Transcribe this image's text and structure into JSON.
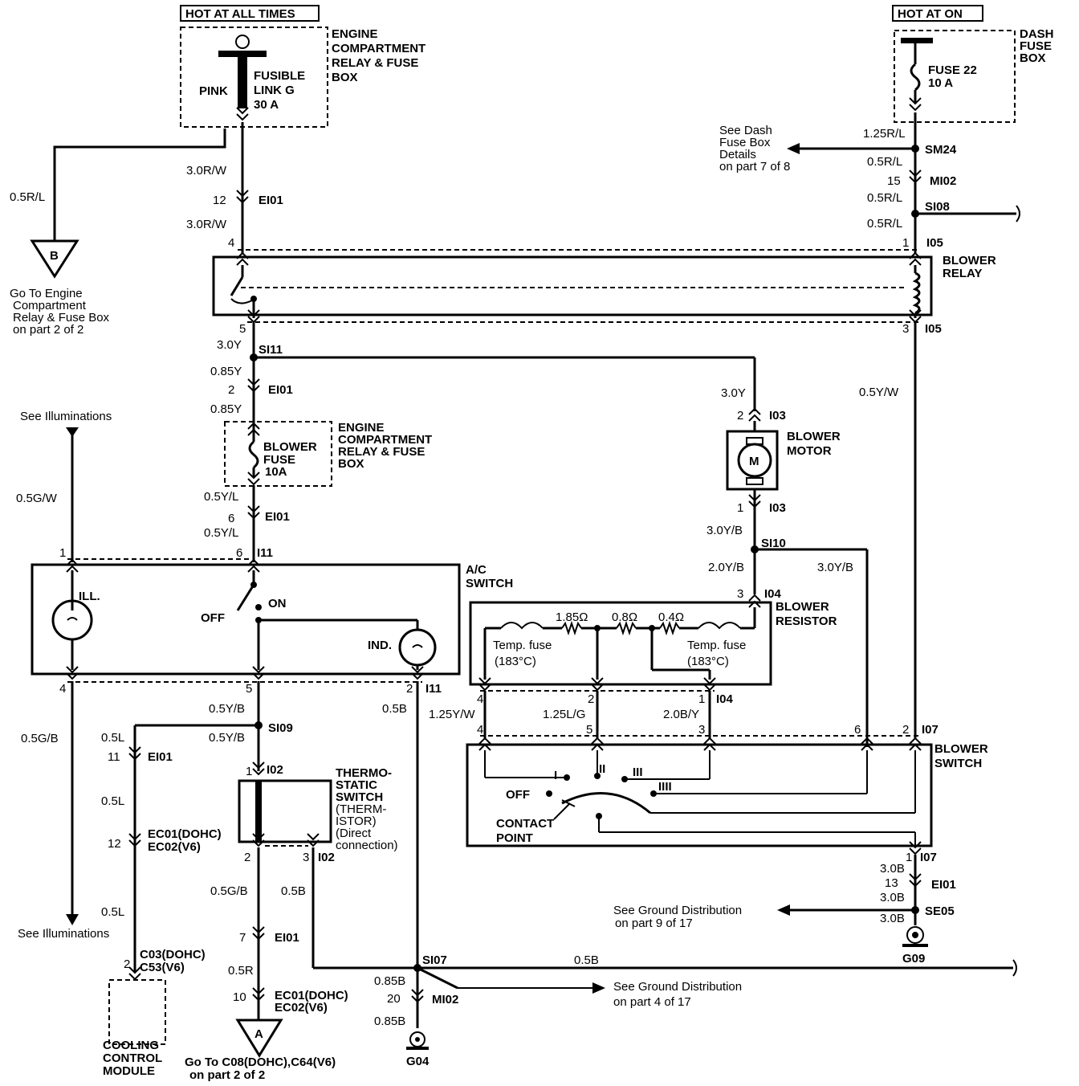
{
  "top_labels": {
    "hot_all_times": "HOT AT ALL TIMES",
    "hot_at_on": "HOT AT ON"
  },
  "eng_box": {
    "l1": "ENGINE",
    "l2": "COMPARTMENT",
    "l3": "RELAY & FUSE",
    "l4": "BOX"
  },
  "fusible": {
    "color": "PINK",
    "l1": "FUSIBLE",
    "l2": "LINK G",
    "l3": "30 A"
  },
  "dash_box": {
    "l1": "DASH",
    "l2": "FUSE",
    "l3": "BOX"
  },
  "fuse22": {
    "l1": "FUSE 22",
    "l2": "10 A"
  },
  "see_dash": {
    "l1": "See Dash",
    "l2": "Fuse Box",
    "l3": "Details",
    "l4": "on part 7 of 8"
  },
  "wires": {
    "w_3rw_a": "3.0R/W",
    "w_3rw_b": "3.0R/W",
    "w_05rl_left": "0.5R/L",
    "w_125rl": "1.25R/L",
    "w_05rl_a": "0.5R/L",
    "w_05rl_b": "0.5R/L",
    "w_05rl_c": "0.5R/L",
    "w_30y": "3.0Y",
    "w_085y_a": "0.85Y",
    "w_085y_b": "0.85Y",
    "w_30y_motor": "3.0Y",
    "w_05yl_a": "0.5Y/L",
    "w_05yl_b": "0.5Y/L",
    "w_05yw": "0.5Y/W",
    "w_05gw": "0.5G/W",
    "w_30yb_a": "3.0Y/B",
    "w_20yb": "2.0Y/B",
    "w_30yb_b": "3.0Y/B",
    "w_05yb_a": "0.5Y/B",
    "w_05yb_b": "0.5Y/B",
    "w_05b_ind": "0.5B",
    "w_05gb": "0.5G/B",
    "w_05l_a": "0.5L",
    "w_05l_b": "0.5L",
    "w_05l_c": "0.5L",
    "w_125yw": "1.25Y/W",
    "w_125lg": "1.25L/G",
    "w_20by": "2.0B/Y",
    "w_05gb2": "0.5G/B",
    "w_05b_th": "0.5B",
    "w_05r": "0.5R",
    "w_05b_long": "0.5B",
    "w_085b_a": "0.85B",
    "w_085b_b": "0.85B",
    "w_30b_a": "3.0B",
    "w_30b_b": "3.0B",
    "w_30b_c": "3.0B"
  },
  "connectors": {
    "ei01": "EI01",
    "sm24": "SM24",
    "mi02": "MI02",
    "si08": "SI08",
    "i05": "I05",
    "si11": "SI11",
    "i03": "I03",
    "si10": "SI10",
    "i04": "I04",
    "i11": "I11",
    "si09": "SI09",
    "i02": "I02",
    "i07": "I07",
    "se05": "SE05",
    "si07": "SI07",
    "ec01": "EC01(DOHC)",
    "ec02": "EC02(V6)",
    "c03": "C03(DOHC)",
    "c53": "C53(V6)",
    "g04": "G04",
    "g09": "G09"
  },
  "pins": {
    "p12": "12",
    "p15": "15",
    "p4": "4",
    "p1": "1",
    "p5": "5",
    "p3": "3",
    "p2": "2",
    "p6": "6",
    "p13": "13",
    "p7": "7",
    "p10": "10",
    "p20": "20",
    "p11": "11"
  },
  "go_b": {
    "letter": "B",
    "l1": "Go To Engine",
    "l2": "Compartment",
    "l3": "Relay & Fuse Box",
    "l4": "on part 2 of 2"
  },
  "go_a": {
    "letter": "A",
    "l1": "Go To C08(DOHC),C64(V6)",
    "l2": "on part 2 of 2"
  },
  "blower_relay": {
    "l1": "BLOWER",
    "l2": "RELAY"
  },
  "blower_motor": {
    "l1": "BLOWER",
    "l2": "MOTOR",
    "m": "M"
  },
  "blower_fuse": {
    "l1": "BLOWER",
    "l2": "FUSE",
    "l3": "10A"
  },
  "eng_box2": {
    "l1": "ENGINE",
    "l2": "COMPARTMENT",
    "l3": "RELAY & FUSE",
    "l4": "BOX"
  },
  "ac_switch": {
    "l1": "A/C",
    "l2": "SWITCH",
    "ill": "ILL.",
    "off": "OFF",
    "on": "ON",
    "ind": "IND."
  },
  "blower_resistor": {
    "l1": "BLOWER",
    "l2": "RESISTOR",
    "r1": "1.85Ω",
    "r2": "0.8Ω",
    "r3": "0.4Ω",
    "tf1": "Temp. fuse",
    "tf1b": "(183°C)",
    "tf2": "Temp. fuse",
    "tf2b": "(183°C)"
  },
  "blower_switch": {
    "l1": "BLOWER",
    "l2": "SWITCH",
    "off": "OFF",
    "s1": "I",
    "s2": "II",
    "s3": "III",
    "s4": "IIII",
    "cp1": "CONTACT",
    "cp2": "POINT"
  },
  "thermo": {
    "l1": "THERMO-",
    "l2": "STATIC",
    "l3": "SWITCH",
    "l4": "(THERM-",
    "l5": "ISTOR)",
    "l6": "(Direct",
    "l7": "connection)"
  },
  "see_illum_top": "See Illuminations",
  "see_illum_bot": "See Illuminations",
  "cooling": {
    "l1": "COOLING",
    "l2": "CONTROL",
    "l3": "MODULE"
  },
  "ground_dist_9": {
    "l1": "See Ground Distribution",
    "l2": "on part 9 of 17"
  },
  "ground_dist_4": {
    "l1": "See Ground Distribution",
    "l2": "on part 4 of 17"
  }
}
